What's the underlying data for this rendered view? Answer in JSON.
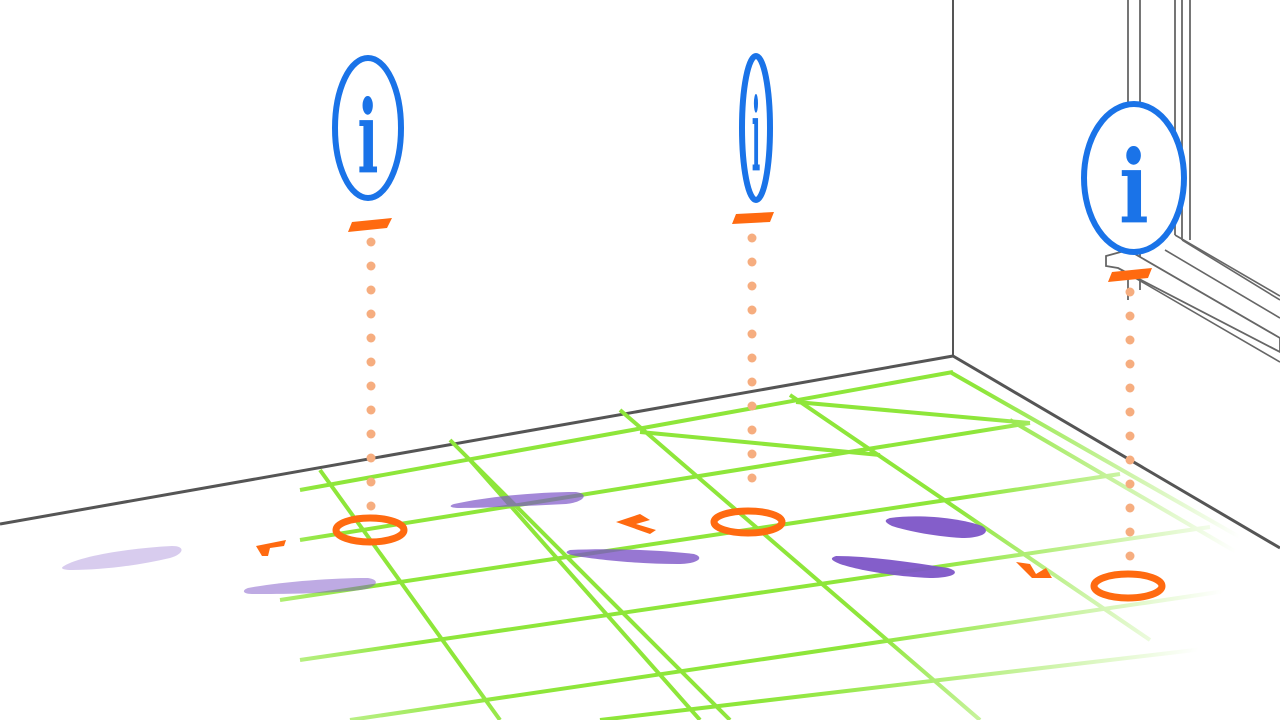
{
  "scene": {
    "colors": {
      "background": "#ffffff",
      "wall_line": "#555555",
      "window_line": "#666666",
      "grid": "#8ee63a",
      "info_icon": "#1a73e8",
      "marker": "#ff6a10",
      "marker_dots": "#f6ad7f",
      "footprints": "#7d55c7"
    },
    "info_markers": [
      {
        "name": "info-marker-left",
        "icon": "info-icon",
        "glyph": "i"
      },
      {
        "name": "info-marker-center",
        "icon": "info-icon",
        "glyph": "i"
      },
      {
        "name": "info-marker-right",
        "icon": "info-icon",
        "glyph": "i"
      }
    ],
    "floor": {
      "grid": "floor-grid",
      "footprints": "footprint-shapes",
      "anchor_markers": [
        "ring-marker",
        "bracket-marker"
      ]
    }
  }
}
